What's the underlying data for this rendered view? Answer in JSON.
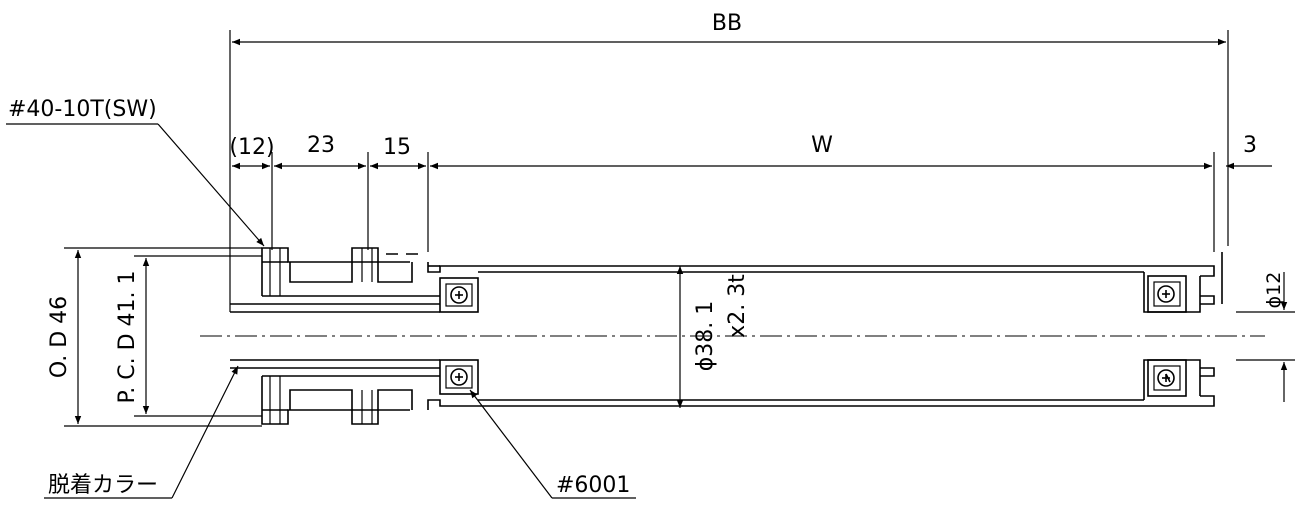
{
  "dimensions": {
    "bb": "BB",
    "w": "W",
    "gap_12": "(12)",
    "spacing_23": "23",
    "spacing_15": "15",
    "offset_3": "3",
    "od": "O. D 46",
    "pcd": "P. C. D 41. 1",
    "tube_dia": "ϕ38. 1",
    "tube_thk": "x2. 3t",
    "shaft_dia": "ϕ12"
  },
  "callouts": {
    "sprocket": "#40-10T(SW)",
    "collar": "脱着カラー",
    "bearing": "#6001"
  }
}
